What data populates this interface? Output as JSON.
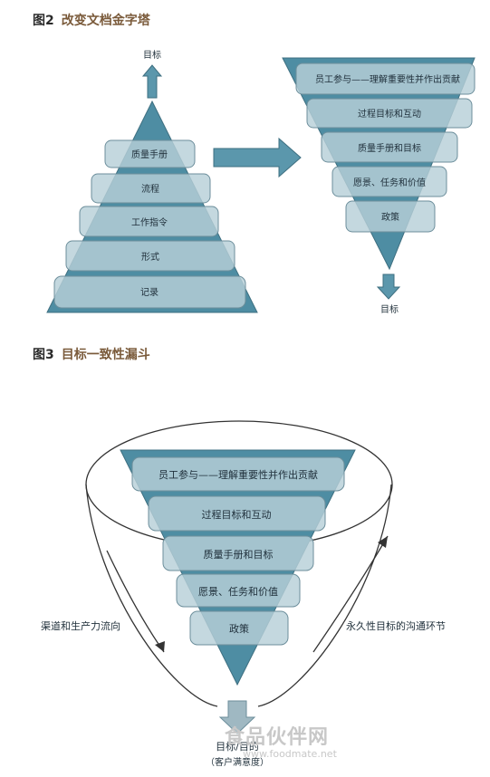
{
  "fig2": {
    "number": "图2",
    "title": "改变文档金字塔",
    "pyramid_top_label": "目标",
    "pyramid_layers": [
      "质量手册",
      "流程",
      "工作指令",
      "形式",
      "记录"
    ],
    "funnel_layers": [
      "员工参与——理解重要性并作出贡献",
      "过程目标和互动",
      "质量手册和目标",
      "愿景、任务和价值",
      "政策"
    ],
    "funnel_bottom_label": "目标"
  },
  "fig3": {
    "number": "图3",
    "title": "目标一致性漏斗",
    "funnel_layers": [
      "员工参与——理解重要性并作出贡献",
      "过程目标和互动",
      "质量手册和目标",
      "愿景、任务和价值",
      "政策"
    ],
    "left_label": "渠道和生产力流向",
    "right_label": "永久性目标的沟通环节",
    "bottom_label": "目标/目的",
    "bottom_sublabel": "（客户满意度）"
  },
  "watermark": {
    "text": "食品伙伴网",
    "url": "www.foodmate.net"
  },
  "colors": {
    "triangle": "#4e8da3",
    "layer_fill": "#b7cfd8",
    "layer_stroke": "#6c8e9b",
    "arrow": "#5b97ac"
  }
}
